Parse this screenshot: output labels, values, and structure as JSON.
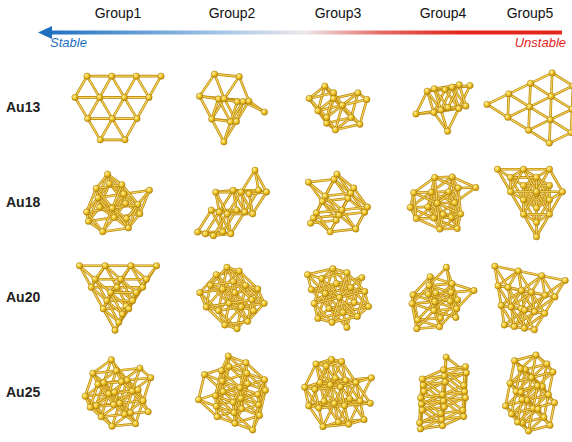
{
  "diagram": {
    "labels": [
      "Group1",
      "Group2",
      "Group3",
      "Group4",
      "Group5",
      "Stable",
      "Unstable",
      "Au13",
      "Au18",
      "Au20",
      "Au25"
    ]
  }
}
